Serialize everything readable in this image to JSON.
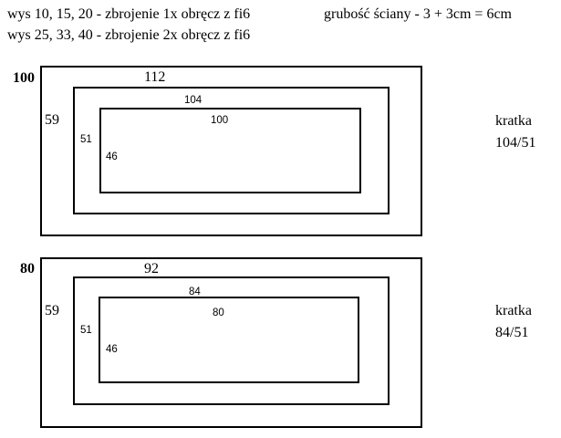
{
  "header": {
    "line1": "wys 10, 15, 20 - zbrojenie 1x obręcz z fi6",
    "line2": "wys 25, 33, 40 - zbrojenie 2x obręcz z fi6",
    "wall": "grubość ściany - 3 + 3cm = 6cm"
  },
  "diagrams": [
    {
      "outer_label": "100",
      "outer_side": "59",
      "middle_label": "112",
      "middle_side": "51",
      "inner_label": "104",
      "inner_center": "100",
      "inner_side": "46",
      "note_title": "kratka",
      "note_value": "104/51"
    },
    {
      "outer_label": "80",
      "outer_side": "59",
      "middle_label": "92",
      "middle_side": "51",
      "inner_label": "84",
      "inner_center": "80",
      "inner_side": "46",
      "note_title": "kratka",
      "note_value": "84/51"
    }
  ]
}
